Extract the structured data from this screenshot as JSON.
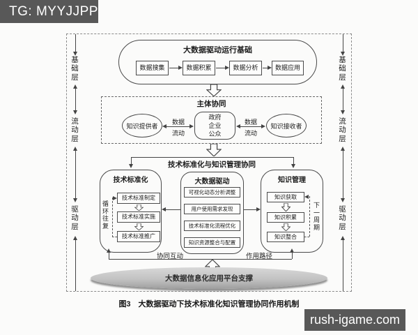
{
  "watermark_top": "TG: MYYJJPP",
  "watermark_bottom": "rush-igame.com",
  "caption": "图3　大数据驱动下技术标准化知识管理协同作用机制",
  "layer_labels": {
    "foundation": "基础层",
    "flow": "流动层",
    "drive": "驱动层"
  },
  "foundation": {
    "title": "大数据驱动运行基础",
    "steps": [
      "数据搜集",
      "数据积累",
      "数据分析",
      "数据应用"
    ]
  },
  "subject": {
    "title": "主体协同",
    "provider": "知识提供者",
    "center_lines": [
      "政府",
      "企业",
      "公众"
    ],
    "receiver": "知识接收者",
    "flow_label_top": "数据",
    "flow_label_bottom": "流动"
  },
  "coordination": {
    "title": "技术标准化与知识管理协同",
    "standardization": {
      "title": "技术标准化",
      "items": [
        "技术标准制定",
        "技术标准实施",
        "技术标准推广"
      ],
      "cycle": "循环往复"
    },
    "bigdata": {
      "title": "大数据驱动",
      "items": [
        "可视化动态分析调整",
        "用户使用需求发现",
        "技术标准化流程优化",
        "知识资源整合与配置"
      ]
    },
    "knowledge": {
      "title": "知识管理",
      "items": [
        "知识获取",
        "知识积累",
        "知识整合"
      ],
      "cycle": "下一周期"
    },
    "label_left": "协同互动",
    "label_right": "作用路径"
  },
  "platform": "大数据信息化应用平台支撑",
  "colors": {
    "line": "#444444",
    "badge_bg": "#585858",
    "platform_fill": "#bdbdbd"
  }
}
